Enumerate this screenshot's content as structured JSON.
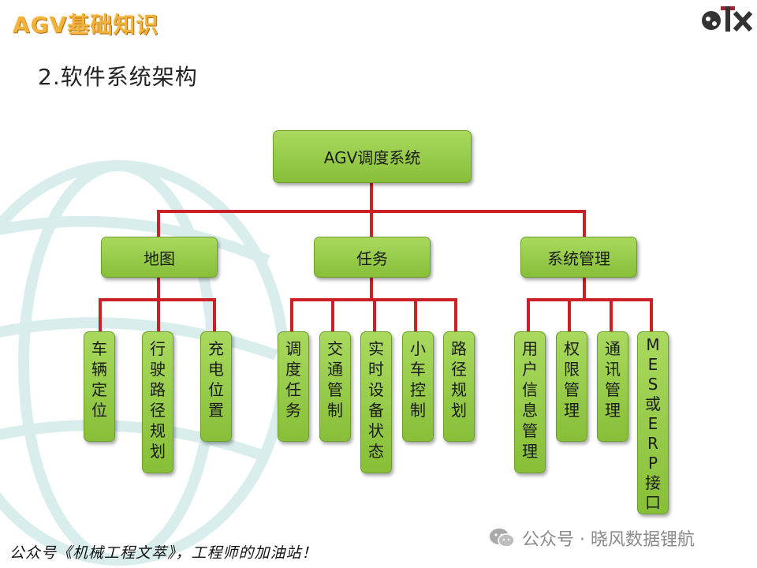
{
  "header": {
    "app_title": "AGV基础知识",
    "section_heading": "2.软件系统架构",
    "logo_icon": "otx-logo-icon"
  },
  "diagram": {
    "root": "AGV调度系统",
    "groups": [
      {
        "label": "地图",
        "children": [
          "车辆定位",
          "行驶路径规划",
          "充电位置"
        ]
      },
      {
        "label": "任务",
        "children": [
          "调度任务",
          "交通管制",
          "实时设备状态",
          "小车控制",
          "路径规划"
        ]
      },
      {
        "label": "系统管理",
        "children": [
          "用户信息管理",
          "权限管理",
          "通讯管理",
          "MES或ERP接口"
        ]
      }
    ],
    "colors": {
      "node_fill": "#98cc48",
      "connector": "#cc1f26"
    }
  },
  "footer": {
    "left_text": "公众号《机械工程文萃》，工程师的加油站！",
    "right_text": "公众号 · 晓风数据锂航",
    "right_icon": "wechat-icon"
  }
}
